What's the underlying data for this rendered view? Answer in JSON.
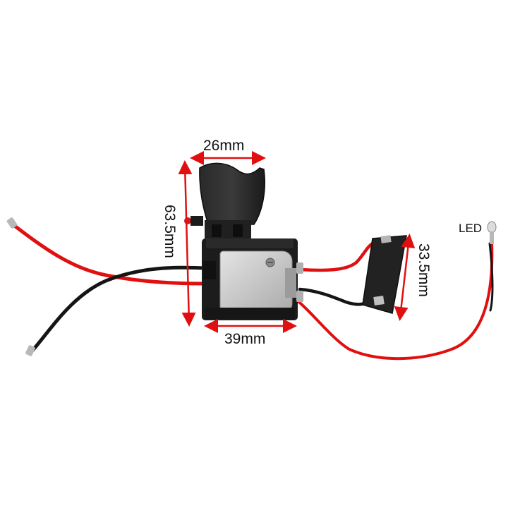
{
  "labels": {
    "width_top": "26mm",
    "width_bottom": "39mm",
    "height_left": "63.5mm",
    "height_right": "33.5mm",
    "led": "LED"
  },
  "colors": {
    "wire_red": "#e01010",
    "wire_black": "#151515",
    "dimension_arrow": "#e01010",
    "housing": "#1c1c1c",
    "plate": "#c8c8c8"
  }
}
